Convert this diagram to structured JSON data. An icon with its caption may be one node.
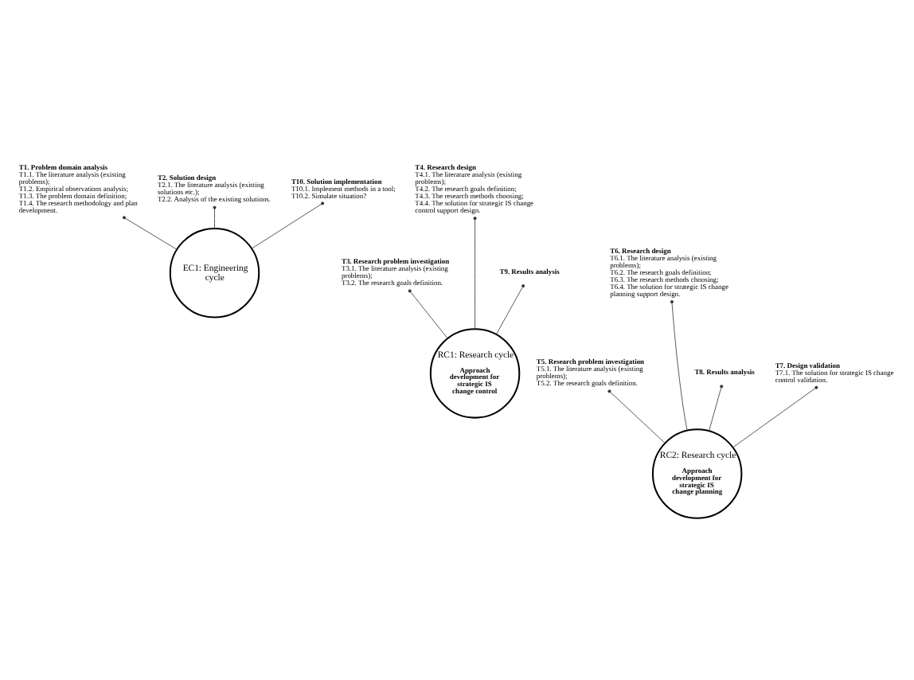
{
  "diagram": {
    "nodes": [
      {
        "text": [
          "T1. Problem domain analysis",
          "T1.1. The literature analysis (existing problems);",
          "T1.2. Empirical observations analysis;",
          "T1.3. The problem domain definition;",
          "T1.4. The research methodology and plan development."
        ]
      },
      {
        "text": [
          "T2. Solution design",
          "T2.1. The literature analysis (existing solutions etc.);",
          "T2.2. Analysis of the existing solutions."
        ]
      },
      {
        "text": [
          "T3. Research problem investigation",
          "T3.1. The literature analysis (existing problems);",
          "T3.2. The research goals definition."
        ]
      },
      {
        "text": [
          "EC1: Engineering cycle"
        ]
      },
      {
        "text": [
          "T4. Research design",
          "T4.1. The literature analysis (existing problems);",
          "T4.2. The research goals definition;",
          "T4.3. The research methods choosing;",
          "T4.4. The solution for strategic IS change control support design."
        ]
      },
      {
        "text": [
          "RC1: Research cycle",
          "Approach development for strategic IS change control"
        ]
      },
      {
        "text": [
          "T5. Research problem investigation",
          "T5.1. The literature analysis (existing problems);",
          "T5.2. The research goals definition."
        ]
      },
      {
        "text": [
          "T10. Solution implementation",
          "T10.1. Implement methods in a tool;",
          "T10.2. Simulate situation?"
        ]
      },
      {
        "text": [
          "RC2: Research cycle",
          "Approach development for strategic IS change planning"
        ]
      },
      {
        "text": [
          "T6. Research design",
          "T6.1. The literature analysis (existing problems);",
          "T6.2. The research goals definition;",
          "T6.3. The research methods choosing;",
          "T6.4. The solution for strategic IS change planning support design."
        ]
      },
      {
        "text": [
          "T9. Results analysis"
        ]
      },
      {
        "text": [
          "T8. Results analysis"
        ]
      },
      {
        "text": [
          "T7. Design validation",
          "T7.1. The solution for strategic IS change control validation."
        ]
      }
    ],
    "edges": [
      {
        "from": 0,
        "to": 3,
        "arrow": "other"
      },
      {
        "from": 1,
        "to": 3,
        "arrow": "other"
      },
      {
        "from": 2,
        "to": 5,
        "arrow": "other"
      },
      {
        "from": 4,
        "to": 5,
        "arrow": "other"
      },
      {
        "from": 6,
        "to": 8,
        "arrow": "other"
      },
      {
        "from": 9,
        "to": 8,
        "arrow": "other"
      },
      {
        "from": 12,
        "to": 8,
        "arrow": "other"
      },
      {
        "from": 11,
        "to": 8,
        "arrow": "other"
      },
      {
        "from": 10,
        "to": 5,
        "arrow": "other"
      },
      {
        "from": 7,
        "to": 3,
        "arrow": "other"
      }
    ]
  }
}
